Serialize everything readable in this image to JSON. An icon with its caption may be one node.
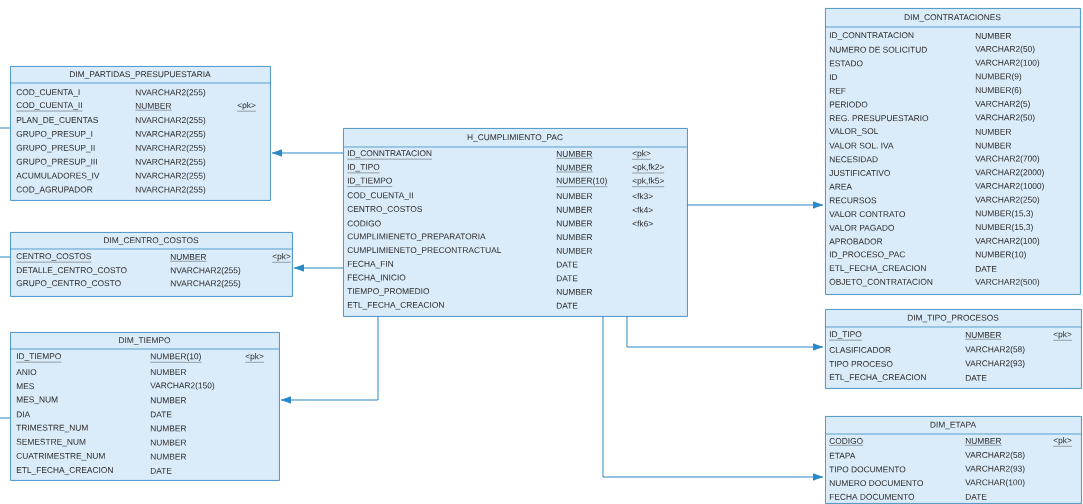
{
  "diagram": {
    "nodes": [
      {
        "text": [
          "DIM_PARTIDAS_PRESUPUESTARIA",
          "COD_CUENTA_I",
          "NVARCHAR2(255)",
          "COD_CUENTA_II",
          "NUMBER",
          "<pk>",
          "PLAN_DE_CUENTAS",
          "NVARCHAR2(255)",
          "GRUPO_PRESUP_I",
          "NVARCHAR2(255)",
          "GRUPO_PRESUP_II",
          "NVARCHAR2(255)",
          "GRUPO_PRESUP_III",
          "NVARCHAR2(255)",
          "ACUMULADORES_IV",
          "NVARCHAR2(255)",
          "COD_AGRUPADOR",
          "NVARCHAR2(255)"
        ]
      },
      {
        "text": [
          "DIM_CENTRO_COSTOS",
          "CENTRO_COSTOS",
          "NUMBER",
          "<pk>",
          "DETALLE_CENTRO_COSTO",
          "NVARCHAR2(255)",
          "GRUPO_CENTRO_COSTO",
          "NVARCHAR2(255)"
        ]
      },
      {
        "text": [
          "DIM_TIEMPO",
          "ID_TIEMPO",
          "NUMBER(10)",
          "<pk>",
          "ANIO",
          "NUMBER",
          "MES",
          "VARCHAR2(150)",
          "MES_NUM",
          "NUMBER",
          "DIA",
          "DATE",
          "TRIMESTRE_NUM",
          "NUMBER",
          "SEMESTRE_NUM",
          "NUMBER",
          "CUATRIMESTRE_NUM",
          "NUMBER",
          "ETL_FECHA_CREACION",
          "DATE"
        ]
      },
      {
        "text": [
          "H_CUMPLIMIENTO_PAC",
          "ID_CONNTRATACION",
          "NUMBER",
          "<pk>",
          "ID_TIPO",
          "NUMBER",
          "<pk,fk2>",
          "ID_TIEMPO",
          "NUMBER(10)",
          "<pk,fk5>",
          "COD_CUENTA_II",
          "NUMBER",
          "<fk3>",
          "CENTRO_COSTOS",
          "NUMBER",
          "<fk4>",
          "CODIGO",
          "NUMBER",
          "<fk6>",
          "CUMPLIMIENETO_PREPARATORIA",
          "NUMBER",
          "CUMPLIMIENETO_PRECONTRACTUAL",
          "NUMBER",
          "FECHA_FIN",
          "DATE",
          "FECHA_INICIO",
          "DATE",
          "TIEMPO_PROMEDIO",
          "NUMBER",
          "ETL_FECHA_CREACION",
          "DATE"
        ]
      },
      {
        "text": [
          "DIM_CONTRATACIONES",
          "ID_CONNTRATACION",
          "NUMBER",
          "NUMERO DE SOLICITUD",
          "VARCHAR2(50)",
          "ESTADO",
          "VARCHAR2(100)",
          "ID",
          "NUMBER(9)",
          "REF",
          "NUMBER(6)",
          "PERIODO",
          "VARCHAR2(5)",
          "REG. PRESUPUESTARIO",
          "VARCHAR2(50)",
          "VALOR_SOL",
          "NUMBER",
          "VALOR SOL. IVA",
          "NUMBER",
          "NECESIDAD",
          "VARCHAR2(700)",
          "JUSTIFICATIVO",
          "VARCHAR2(2000)",
          "AREA",
          "VARCHAR2(1000)",
          "RECURSOS",
          "VARCHAR2(250)",
          "VALOR CONTRATO",
          "NUMBER(15,3)",
          "VALOR PAGADO",
          "NUMBER(15,3)",
          "APROBADOR",
          "VARCHAR2(100)",
          "ID_PROCESO_PAC",
          "NUMBER(10)",
          "ETL_FECHA_CREACION",
          "DATE",
          "OBJETO_CONTRATACION",
          "VARCHAR2(500)"
        ]
      },
      {
        "text": [
          "DIM_TIPO_PROCESOS",
          "ID_TIPO",
          "NUMBER",
          "<pk>",
          "CLASIFICADOR",
          "VARCHAR2(58)",
          "TIPO PROCESO",
          "VARCHAR2(93)",
          "ETL_FECHA_CREACION",
          "DATE"
        ]
      },
      {
        "text": [
          "DIM_ETAPA",
          "CODIGO",
          "NUMBER",
          "<pk>",
          "ETAPA",
          "VARCHAR2(58)",
          "TIPO DOCUMENTO",
          "VARCHAR2(93)",
          "NUMERO DOCUMENTO",
          "VARCHAR(100)",
          "FECHA DOCUMENTO",
          "DATE"
        ]
      }
    ],
    "edges": [
      {
        "from": 3,
        "to": 0,
        "arrow": "to"
      },
      {
        "from": 3,
        "to": 1,
        "arrow": "to"
      },
      {
        "from": 3,
        "to": 2,
        "arrow": "to"
      },
      {
        "from": 3,
        "to": 4,
        "arrow": "to"
      },
      {
        "from": 3,
        "to": 5,
        "arrow": "to"
      },
      {
        "from": 3,
        "to": 6,
        "arrow": "to"
      },
      {
        "from": null,
        "to": 0,
        "arrow": "none"
      },
      {
        "from": null,
        "to": 1,
        "arrow": "none"
      },
      {
        "from": null,
        "to": 2,
        "arrow": "none"
      }
    ]
  }
}
